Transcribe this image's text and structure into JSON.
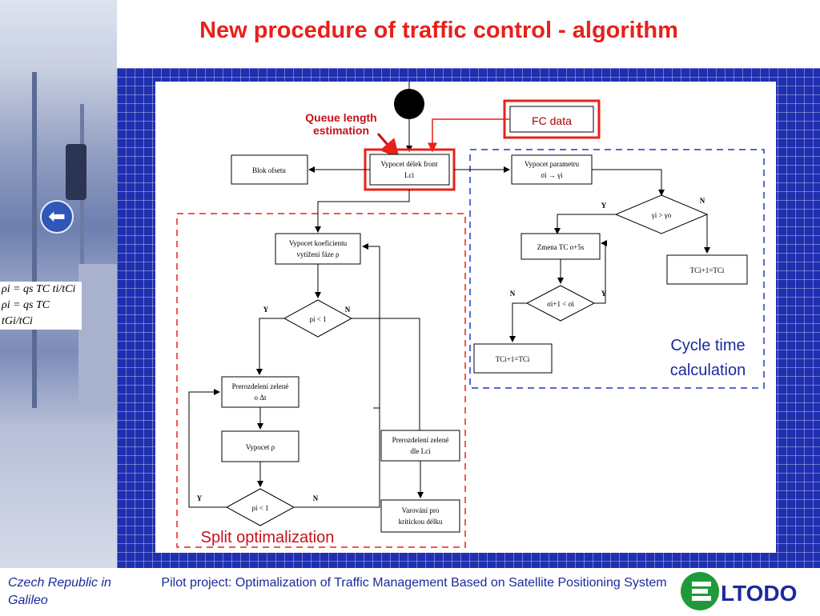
{
  "title": "New procedure of traffic control - algorithm",
  "diagram": {
    "queue_length_label": "Queue length estimation",
    "fc_data_label": "FC data",
    "cycle_time_label": "Cycle time calculation",
    "split_label": "Split optimalization",
    "boxes": {
      "blok_ofsetu": "Blok ofsetu",
      "vypocet_delek_front": "Vypocet délek front",
      "l_ci": "Lci",
      "vypocet_parametru": "Vypocet parametru",
      "sigma_gamma": "σi → γi",
      "vypocet_koeficientu": "Vypocet koeficientu",
      "vytizeni_faze": "vytížení fáze ρ",
      "zmena_tc": "Zmena TC o+5s",
      "t_ci1_eq_tci_right": "TCi+1=TCi",
      "t_ci1_eq_tci_left": "TCi+1=TCi",
      "prerozdeleni_zelene_1": "Prerozdelení zelené",
      "o_dt": "o Δt",
      "vypocet_rho": "Vypocet ρ",
      "prerozdeleni_zelene_2": "Prerozdelení zelené",
      "dle_l": "dle Lci",
      "varovani_1": "Varování pro",
      "varovani_2": "kritickou délku"
    },
    "diamonds": {
      "gamma_test": "γi > γo",
      "sigma_test": "σi+1 < σi",
      "rho_test_1": "ρi < 1",
      "rho_test_2": "ρi < 1"
    },
    "yes_label": "Y",
    "no_label": "N"
  },
  "formula": {
    "line1": "ρi = qs TC ti/tCi",
    "line2": "ρi = qs TC tGi/tCi"
  },
  "footer": {
    "left": "Czech Republic in Galileo",
    "center": "Pilot project: Optimalization of Traffic Management Based on Satellite Positioning System"
  },
  "logo": {
    "text": "LTODO",
    "color": "#1f9a3a",
    "text_color": "#1b2a9c"
  },
  "colors": {
    "title": "#e8201a",
    "dashed_red": "#e8201a",
    "dashed_blue": "#2235c8",
    "grid": "#1f2fb0"
  }
}
